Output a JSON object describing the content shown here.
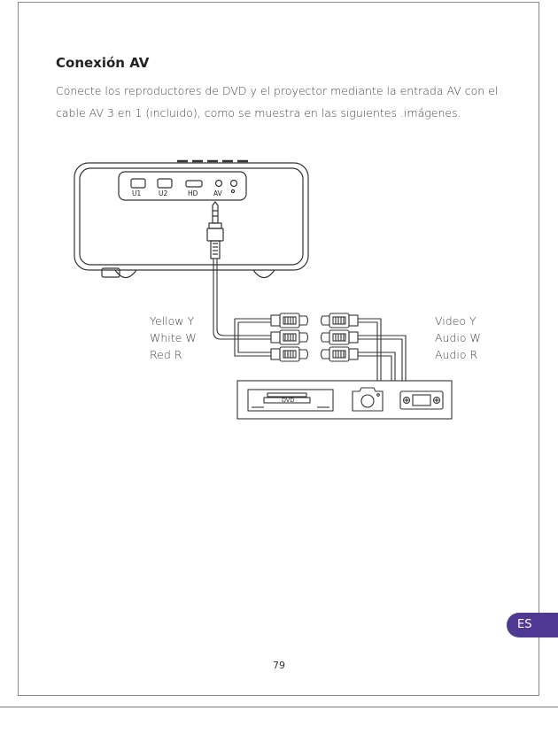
{
  "section": {
    "title": "Conexión AV",
    "body_line1": "Conecte los reproductores de DVD y el proyector mediante la entrada AV con el",
    "body_line2": "cable AV 3 en 1 (incluido), como se muestra en las siguientes .imágenes."
  },
  "diagram": {
    "projector_ports": [
      "U1",
      "U2",
      "HD",
      "AV"
    ],
    "left_labels": [
      "Yellow Y",
      "White W",
      "Red R"
    ],
    "right_labels": [
      "Video Y",
      "Audio W",
      "Audio R"
    ],
    "dvd_label": "DVD"
  },
  "footer": {
    "page_number": "79",
    "language_tab": "ES"
  }
}
